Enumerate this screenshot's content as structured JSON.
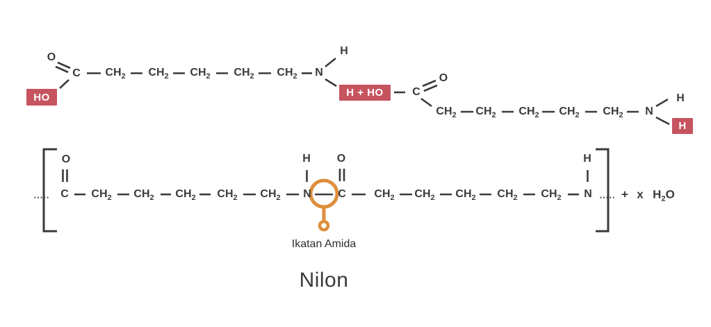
{
  "colors": {
    "ink": "#3a3a3a",
    "highlight_bg": "#c6545f",
    "highlight_text": "#ffffff",
    "annotation_orange": "#dd8e3d",
    "background": "#ffffff"
  },
  "labels": {
    "o": "O",
    "c": "C",
    "n": "N",
    "h": "H",
    "ho": "HO",
    "h_plus_ho": "H + HO",
    "ch2_base": "CH",
    "ch2_sub": "2",
    "dots": ".....",
    "plus": "+",
    "x_var": "x",
    "h2o_h": "H",
    "h2o_sub": "2",
    "h2o_o": "O"
  },
  "captions": {
    "amide_bond": "Ikatan Amida",
    "title": "Nilon"
  },
  "diagram": {
    "type": "condensation-polymerization",
    "monomer_left": "HO-C(=O)-CH2-CH2-CH2-CH2-CH2-N(H)-H",
    "monomer_right": "HO-C(=O)-CH2-CH2-CH2-CH2-CH2-N(H)-H",
    "eliminated": "H + HO (water)",
    "polymer_repeat": "[ ...C(=O)-(CH2)5-N(H)-C(=O)-(CH2)5-N(H)... ] + x H2O",
    "highlighted_groups": [
      "HO",
      "H + HO",
      "H"
    ],
    "annotated_bond": "N-C amide bond (Ikatan Amida)",
    "ch2_per_segment": 5
  }
}
